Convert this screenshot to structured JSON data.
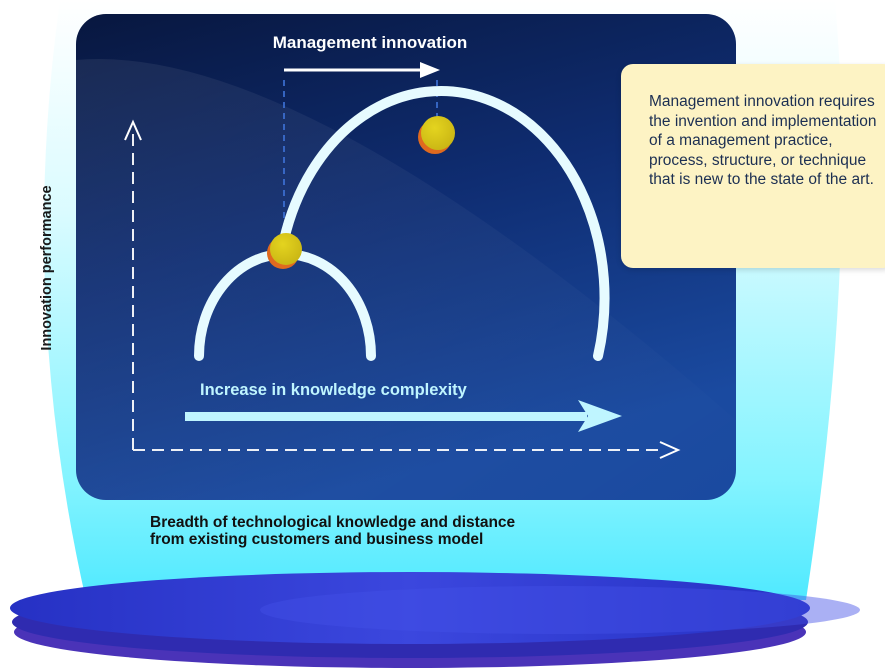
{
  "diagram": {
    "management_innovation_label": "Management innovation",
    "complexity_label": "Increase in knowledge complexity",
    "y_axis_label": "Innovation performance",
    "x_axis_label_line1": "Breadth of technological knowledge and distance",
    "x_axis_label_line2": "from existing customers and business model",
    "callout_text": "Management innovation requires the invention and implementation of a management practice, process, structure, or technique that is new to the state of the art."
  },
  "colors": {
    "panel_top": "#0a1f5c",
    "panel_bottom": "#17408f",
    "arc": "#e6fbff",
    "node": "#d6c11a",
    "node_shadow": "#e06a1f",
    "glow": "#5ff0ff",
    "platform": "#2a32c9",
    "callout_bg": "#fdf3c4"
  },
  "icons": [
    "arrow-right-icon",
    "dashed-axis-arrow-icon"
  ]
}
